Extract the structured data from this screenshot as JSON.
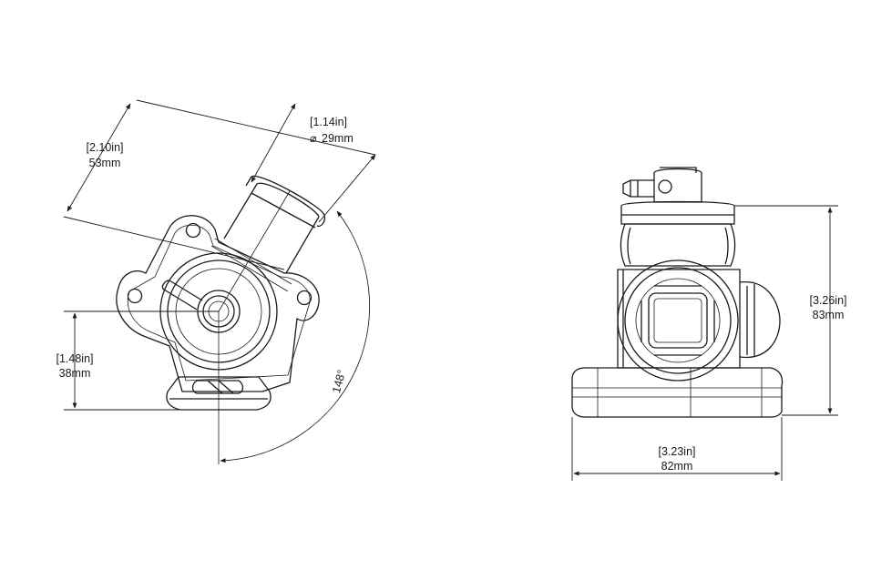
{
  "left_view": {
    "dim_length": {
      "inches": "[2.10in]",
      "mm": "53mm"
    },
    "dim_diameter": {
      "inches": "[1.14in]",
      "mm": "29mm"
    },
    "dim_height": {
      "inches": "[1.48in]",
      "mm": "38mm"
    },
    "dim_angle": {
      "label": "148°"
    }
  },
  "right_view": {
    "dim_height": {
      "inches": "[3.26in]",
      "mm": "83mm"
    },
    "dim_width": {
      "inches": "[3.23in]",
      "mm": "82mm"
    }
  },
  "colors": {
    "line": "#1a1a1a",
    "background": "#ffffff"
  }
}
